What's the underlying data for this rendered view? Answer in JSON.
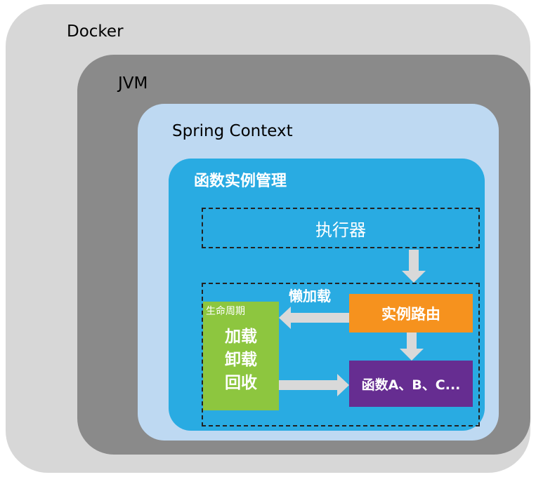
{
  "diagram": {
    "docker_label": "Docker",
    "jvm_label": "JVM",
    "spring_label": "Spring Context",
    "manager_label": "函数实例管理",
    "executor_label": "执行器",
    "lazy_load_label": "懒加载",
    "lifecycle": {
      "title": "生命周期",
      "lines": [
        "加载",
        "卸载",
        "回收"
      ]
    },
    "router_label": "实例路由",
    "functions_label": "函数A、B、C..."
  },
  "colors": {
    "docker_bg": "#d7d7d7",
    "jvm_bg": "#8a8a8a",
    "spring_bg": "#bed9f2",
    "manager_bg": "#29abe2",
    "lifecycle_bg": "#8dc63f",
    "router_bg": "#f6921e",
    "functions_bg": "#662d91",
    "arrow": "#d9d9d9"
  }
}
